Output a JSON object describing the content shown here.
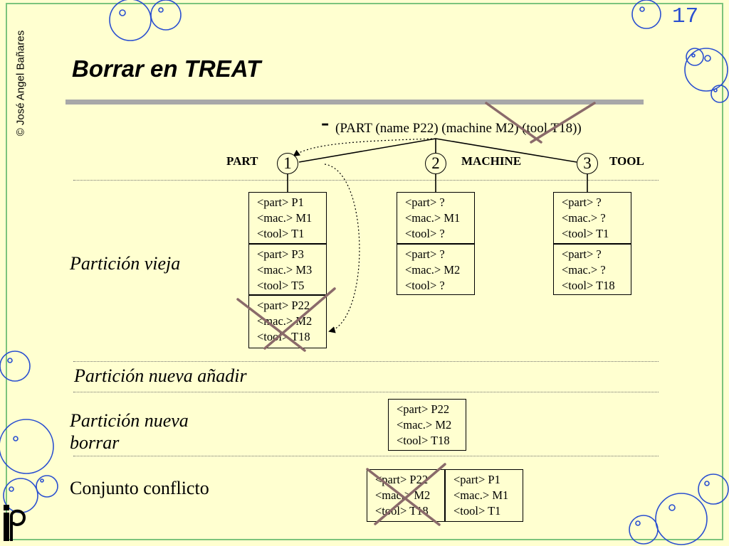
{
  "page_number": "17",
  "author": "© José Angel Bañares",
  "title": "Borrar en TREAT",
  "wme": {
    "sign": "-",
    "text": "(PART (name P22) (machine  M2)  (tool T18))"
  },
  "nodes": [
    {
      "id": "1",
      "label": "PART"
    },
    {
      "id": "2",
      "label": "MACHINE"
    },
    {
      "id": "3",
      "label": "TOOL"
    }
  ],
  "rows": {
    "old": "Partición vieja",
    "new_add": "Partición nueva añadir",
    "new_delete": "Partición nueva borrar",
    "conflict": "Conjunto conflicto"
  },
  "old_partition": {
    "node1": [
      {
        "part": "<part> P1",
        "mac": "<mac.> M1",
        "tool": "<tool> T1"
      },
      {
        "part": "<part> P3",
        "mac": "<mac.> M3",
        "tool": "<tool> T5"
      },
      {
        "part": "<part> P22",
        "mac": "<mac.> M2",
        "tool": "<tool> T18",
        "crossed": true
      }
    ],
    "node2": [
      {
        "part": "<part> ?",
        "mac": "<mac.> M1",
        "tool": "<tool> ?"
      },
      {
        "part": "<part> ?",
        "mac": "<mac.> M2",
        "tool": "<tool> ?"
      }
    ],
    "node3": [
      {
        "part": "<part> ?",
        "mac": "<mac.> ?",
        "tool": "<tool> T1"
      },
      {
        "part": "<part> ?",
        "mac": "<mac.> ?",
        "tool": "<tool> T18"
      }
    ]
  },
  "new_delete_cell": {
    "part": "<part> P22",
    "mac": "<mac.> M2",
    "tool": "<tool> T18"
  },
  "conflict_set": [
    {
      "part": "<part> P22",
      "mac": "<mac.> M2",
      "tool": "<tool> T18",
      "crossed": true
    },
    {
      "part": "<part> P1",
      "mac": "<mac.> M1",
      "tool": "<tool> T1"
    }
  ],
  "colors": {
    "background": "#ffffd0",
    "frame": "#7cc47c",
    "page_number": "#2a4fd0",
    "bubbles": "#2a4fd0",
    "cross": "#8a6a6a"
  },
  "icons": [
    "bubble-icon",
    "crossed-out-mark",
    "logo-icon"
  ]
}
